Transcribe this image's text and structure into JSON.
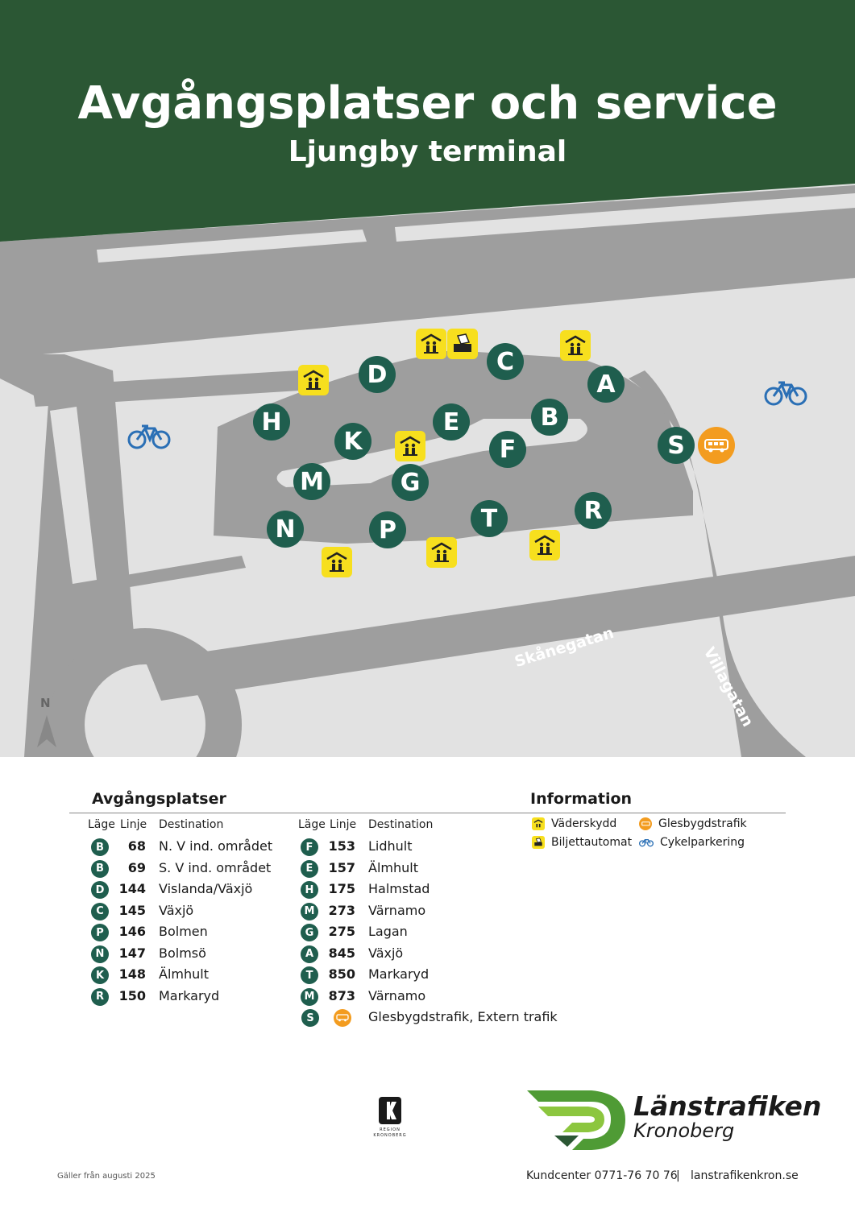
{
  "header": {
    "title": "Avgångsplatser och service",
    "subtitle": "Ljungby terminal"
  },
  "colors": {
    "header_green": "#2b5734",
    "stop_green": "#1f5e4e",
    "road_gray": "#9e9e9e",
    "ground_gray": "#e2e2e2",
    "shelter_yellow": "#f7df1e",
    "bus_orange": "#f39c1f",
    "bike_blue": "#2a6fb5"
  },
  "map": {
    "stops": [
      "A",
      "B",
      "C",
      "D",
      "E",
      "F",
      "G",
      "H",
      "K",
      "M",
      "N",
      "P",
      "R",
      "S",
      "T"
    ],
    "streets": {
      "skanegatan": "Skånegatan",
      "villagatan": "Villagatan"
    },
    "north_label": "N"
  },
  "departures": {
    "title": "Avgångsplatser",
    "col_lage": "Läge",
    "col_linje": "Linje",
    "col_destination": "Destination",
    "left": [
      {
        "lage": "B",
        "linje": "68",
        "dest": "N. V ind. området"
      },
      {
        "lage": "B",
        "linje": "69",
        "dest": "S. V ind. området"
      },
      {
        "lage": "D",
        "linje": "144",
        "dest": "Vislanda/Växjö"
      },
      {
        "lage": "C",
        "linje": "145",
        "dest": "Växjö"
      },
      {
        "lage": "P",
        "linje": "146",
        "dest": "Bolmen"
      },
      {
        "lage": "N",
        "linje": "147",
        "dest": "Bolmsö"
      },
      {
        "lage": "K",
        "linje": "148",
        "dest": "Älmhult"
      },
      {
        "lage": "R",
        "linje": "150",
        "dest": "Markaryd"
      }
    ],
    "right": [
      {
        "lage": "F",
        "linje": "153",
        "dest": "Lidhult"
      },
      {
        "lage": "E",
        "linje": "157",
        "dest": "Älmhult"
      },
      {
        "lage": "H",
        "linje": "175",
        "dest": "Halmstad"
      },
      {
        "lage": "M",
        "linje": "273",
        "dest": "Värnamo"
      },
      {
        "lage": "G",
        "linje": "275",
        "dest": "Lagan"
      },
      {
        "lage": "A",
        "linje": "845",
        "dest": "Växjö"
      },
      {
        "lage": "T",
        "linje": "850",
        "dest": "Markaryd"
      },
      {
        "lage": "M",
        "linje": "873",
        "dest": "Värnamo"
      }
    ],
    "special": {
      "lage": "S",
      "dest": "Glesbygdstrafik, Extern trafik"
    }
  },
  "information": {
    "title": "Information",
    "items": {
      "shelter": "Väderskydd",
      "ticket": "Biljettautomat",
      "rural": "Glesbygdstrafik",
      "bike": "Cykelparkering"
    }
  },
  "footer": {
    "valid_from": "Gäller från augusti 2025",
    "region_line1": "REGION",
    "region_line2": "KRONOBERG",
    "brand_line1": "Länstrafiken",
    "brand_line2": "Kronoberg",
    "contact": "Kundcenter 0771-76 70 76",
    "separator": "|",
    "website": "lanstrafikenkron.se"
  }
}
